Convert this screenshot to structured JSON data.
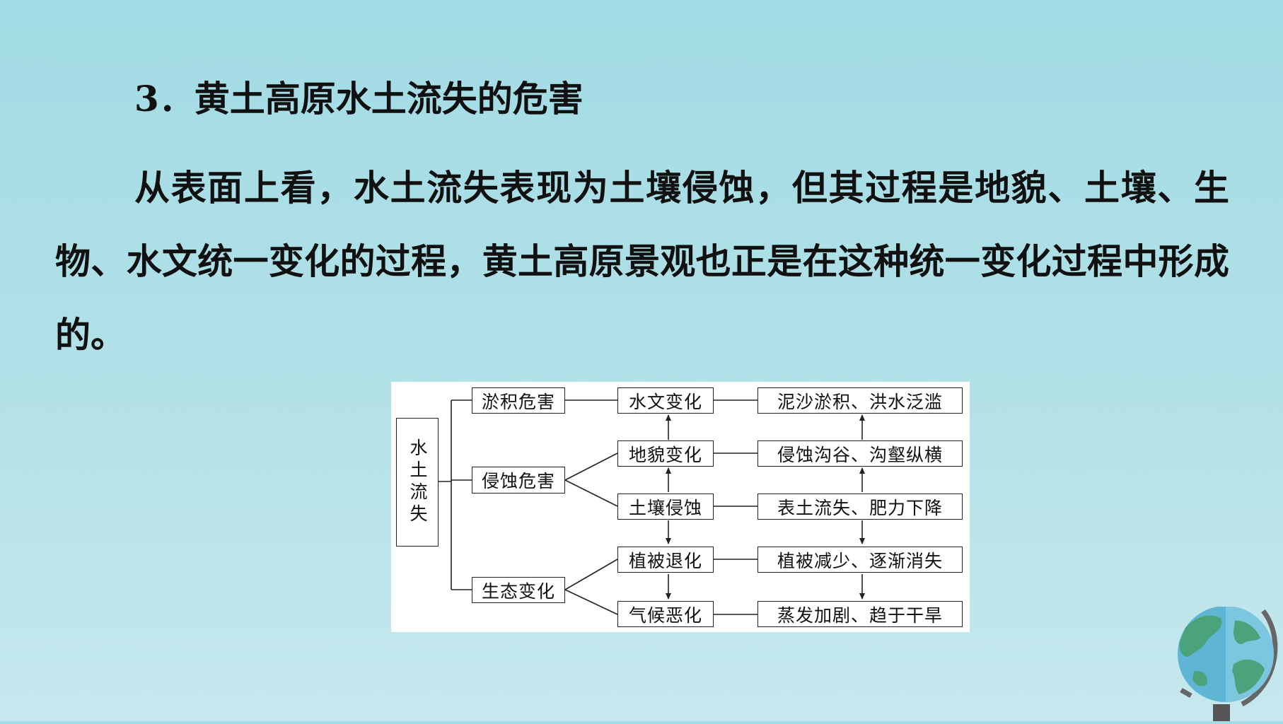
{
  "heading": "3．黄土高原水土流失的危害",
  "paragraph": "从表面上看，水土流失表现为土壤侵蚀，但其过程是地貌、土壤、生物、水文统一变化的过程，黄土高原景观也正是在这种统一变化过程中形成的。",
  "diagram": {
    "root": "水土流失",
    "level1": [
      "淤积危害",
      "侵蚀危害",
      "生态变化"
    ],
    "level2": [
      "水文变化",
      "地貌变化",
      "土壤侵蚀",
      "植被退化",
      "气候恶化"
    ],
    "level3": [
      "泥沙淤积、洪水泛滥",
      "侵蚀沟谷、沟壑纵横",
      "表土流失、肥力下降",
      "植被减少、逐渐消失",
      "蒸发加剧、趋于干旱"
    ]
  },
  "colors": {
    "background_top": "#a2dbe4",
    "background_bottom": "#c6e8ee",
    "globe_ocean": "#5fb6d4",
    "globe_land": "#4aa37a"
  },
  "icons": [
    "globe-icon"
  ]
}
